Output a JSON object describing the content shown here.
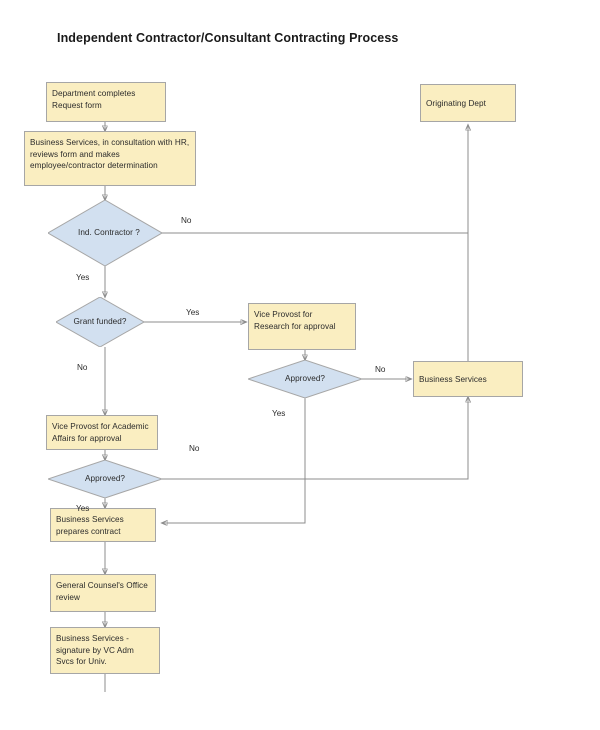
{
  "document": {
    "title": "Independent Contractor/Consultant Contracting Process"
  },
  "nodes": {
    "department_request": "Department completes Request form",
    "business_services_review": "Business Services, in consultation with HR, reviews form and makes employee/contractor determination",
    "ind_contractor_decision": "Ind. Contractor ?",
    "grant_funded_decision": "Grant funded?",
    "vp_research": "Vice Provost for Research for approval",
    "approved_research_decision": "Approved?",
    "vp_academic_affairs": "Vice Provost for Academic Affairs for approval",
    "approved_academic_decision": "Approved?",
    "business_services_right": "Business Services",
    "originating_dept": "Originating Dept",
    "prepares_contract": "Business Services prepares contract",
    "general_counsel": "General Counsel's Office review",
    "signature_vc": "Business Services - signature by VC Adm Svcs for Univ."
  },
  "edge_labels": {
    "ind_contractor_no": "No",
    "ind_contractor_yes": "Yes",
    "grant_funded_yes": "Yes",
    "grant_funded_no": "No",
    "approved_research_no": "No",
    "approved_research_yes": "Yes",
    "approved_academic_no": "No",
    "approved_academic_yes": "Yes"
  },
  "colors": {
    "process_fill": "#faeec1",
    "decision_fill": "#d2e0f0",
    "border": "#a6a6a6",
    "connector": "#8c8c8c",
    "text": "#2b2b2b"
  }
}
